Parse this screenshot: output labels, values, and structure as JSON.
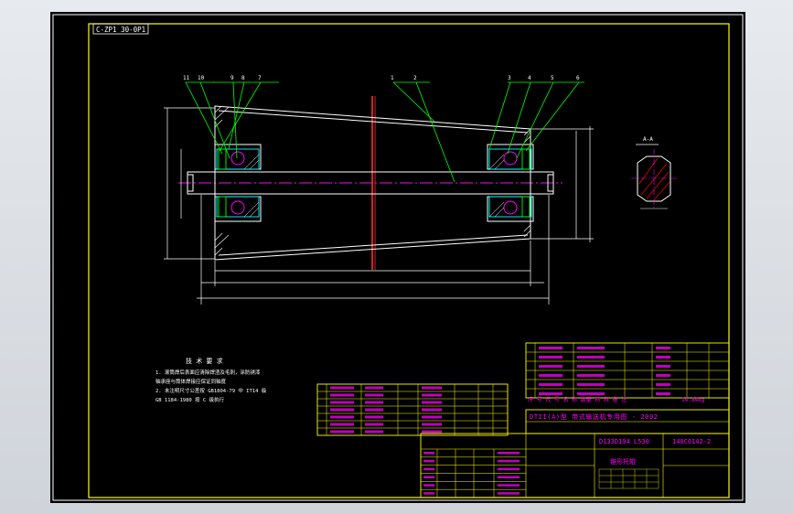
{
  "drawing": {
    "stamp_code": "C-ZP1 30-0P1",
    "balloons": [
      "11",
      "10",
      "9",
      "8",
      "7",
      "1",
      "2",
      "3",
      "4",
      "5",
      "6"
    ],
    "section_label": "A-A",
    "notes": {
      "title": "技 术 要 求",
      "lines": [
        "1. 滚筒焊后表面应清除焊渣及毛刺，涂防锈漆",
        "   轴承座与筒体焊接应保证同轴度",
        "2. 未注明尺寸公差按 GB1804-79 中 IT14 级",
        "   GB 1184-1980 按 C 级执行"
      ]
    },
    "title_block": {
      "series": "DTII(A)型  带式输送机专用图 - 2002",
      "spec": "D133D194 L530",
      "drawing_no": "140C0142-2",
      "part_name": "锥形托辊",
      "header_row": "序 号   代 号   名 称   数量   材 料   备 注",
      "weight": "14.84kg"
    }
  },
  "colors": {
    "sheet": "#000000",
    "frame": "#ffff00",
    "outline": "#ffffff",
    "leader": "#00ff00",
    "centerline": "#ff00ff",
    "axis_red": "#ff0000",
    "table": "#ffff00",
    "table_text": "#ff00ff"
  }
}
